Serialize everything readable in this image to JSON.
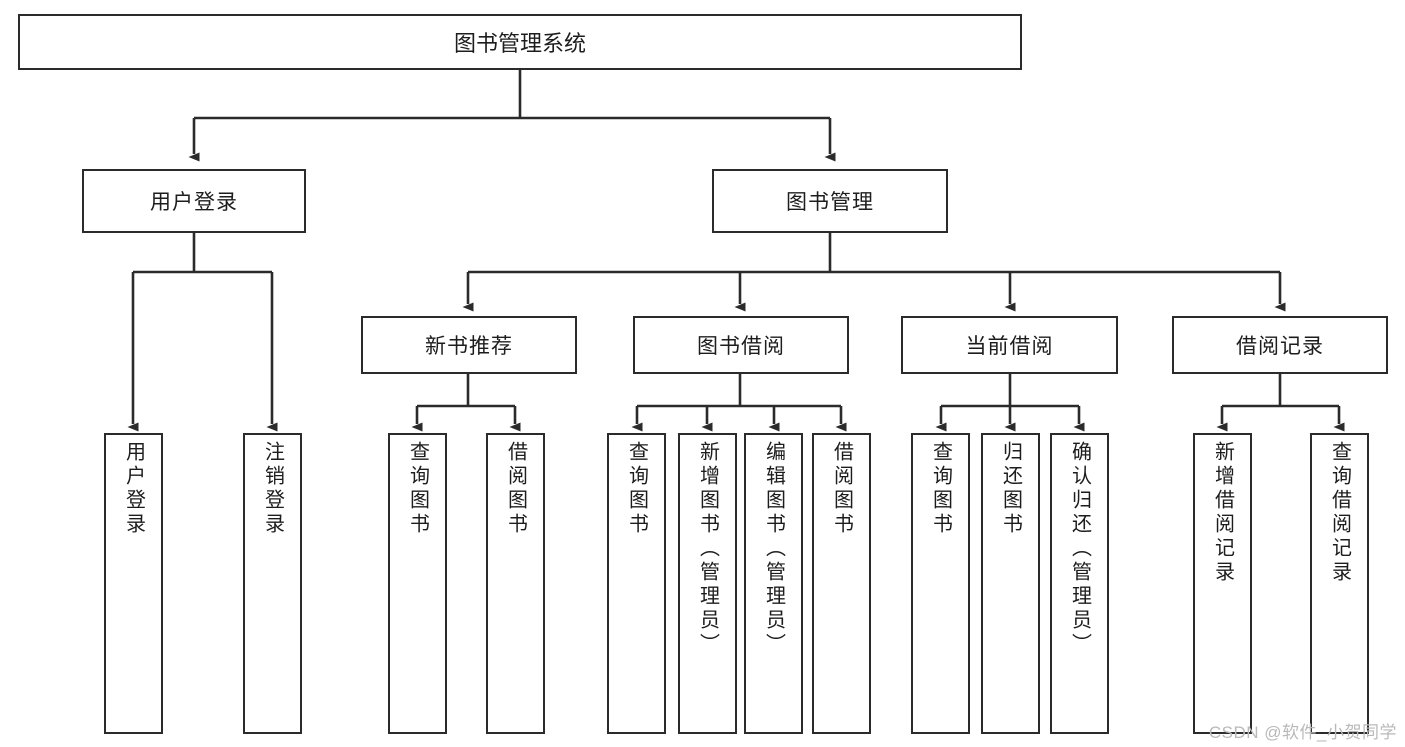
{
  "diagram": {
    "title": "图书管理系统",
    "type": "tree-hierarchy-chart",
    "root": {
      "label": "图书管理系统"
    },
    "level2": [
      {
        "label": "用户登录"
      },
      {
        "label": "图书管理"
      }
    ],
    "level3": [
      {
        "label": "新书推荐"
      },
      {
        "label": "图书借阅"
      },
      {
        "label": "当前借阅"
      },
      {
        "label": "借阅记录"
      }
    ],
    "leaves": [
      {
        "label": "用户登录",
        "parent": "用户登录"
      },
      {
        "label": "注销登录",
        "parent": "用户登录"
      },
      {
        "label": "查询图书",
        "parent": "新书推荐"
      },
      {
        "label": "借阅图书",
        "parent": "新书推荐"
      },
      {
        "label": "查询图书",
        "parent": "图书借阅"
      },
      {
        "label": "新增图书（管理员）",
        "parent": "图书借阅"
      },
      {
        "label": "编辑图书（管理员）",
        "parent": "图书借阅"
      },
      {
        "label": "借阅图书",
        "parent": "图书借阅"
      },
      {
        "label": "查询图书",
        "parent": "当前借阅"
      },
      {
        "label": "归还图书",
        "parent": "当前借阅"
      },
      {
        "label": "确认归还（管理员）",
        "parent": "当前借阅"
      },
      {
        "label": "新增借阅记录",
        "parent": "借阅记录"
      },
      {
        "label": "查询借阅记录",
        "parent": "借阅记录"
      }
    ]
  },
  "watermark": {
    "text": "CSDN @软件_小贺同学"
  },
  "colors": {
    "stroke": "#2b2b2b",
    "background": "#ffffff",
    "text": "#1d1d1d",
    "watermark": "#b9b9b9"
  }
}
